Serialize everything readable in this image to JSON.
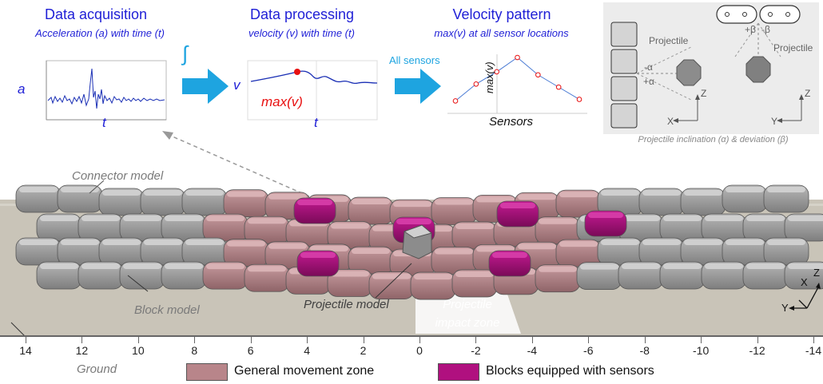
{
  "workflow": {
    "steps": [
      {
        "title": "Data acquisition",
        "subtitle": "Acceleration (a) with time (t)",
        "y_label": "a",
        "x_label": "t"
      },
      {
        "title": "Data processing",
        "subtitle": "velocity (v) with time (t)",
        "y_label": "v",
        "x_label": "t",
        "marker_label": "max(v)"
      },
      {
        "title": "Velocity pattern",
        "subtitle": "max(v) at all sensor locations",
        "y_label": "max(v)",
        "x_label": "Sensors"
      }
    ],
    "integral_symbol": "∫",
    "arrow_note": "All sensors",
    "velocity_pattern_values": [
      0.15,
      0.48,
      0.72,
      1.0,
      0.66,
      0.42,
      0.18
    ]
  },
  "inset": {
    "projectile_left": "Projectile",
    "projectile_right": "Projectile",
    "neg_alpha": "-α",
    "pos_alpha": "+α",
    "pos_beta": "+β",
    "neg_beta": "-β",
    "axis_z_left": "Z",
    "axis_x_left": "X",
    "axis_z_right": "Z",
    "axis_y_right": "Y",
    "caption": "Projectile inclination (α) & deviation (β)"
  },
  "scene": {
    "connector_label": "Connector model",
    "block_label": "Block model",
    "projectile_label": "Projectile model",
    "impact_zone_label_line1": "Projectile",
    "impact_zone_label_line2": "impact zone",
    "ground_label": "Ground",
    "axes": {
      "x": "X",
      "y": "Y",
      "z": "Z"
    },
    "scale_ticks": [
      "14",
      "12",
      "10",
      "8",
      "6",
      "4",
      "2",
      "0",
      "-2",
      "-4",
      "-6",
      "-8",
      "-10",
      "-12",
      "-14"
    ]
  },
  "legend": {
    "general_zone": {
      "label": "General movement zone",
      "color": "#b8858a"
    },
    "sensor_blocks": {
      "label": "Blocks equipped with sensors",
      "color": "#b0107f"
    }
  },
  "colors": {
    "title_blue": "#1f1fd6",
    "arrow_blue": "#1ea4e0",
    "gray_block": "#9a9a9a",
    "pink_block": "#b8858a",
    "magenta_block": "#b0107f",
    "ground": "#c9c4b8",
    "inset_bg": "#ececec"
  }
}
